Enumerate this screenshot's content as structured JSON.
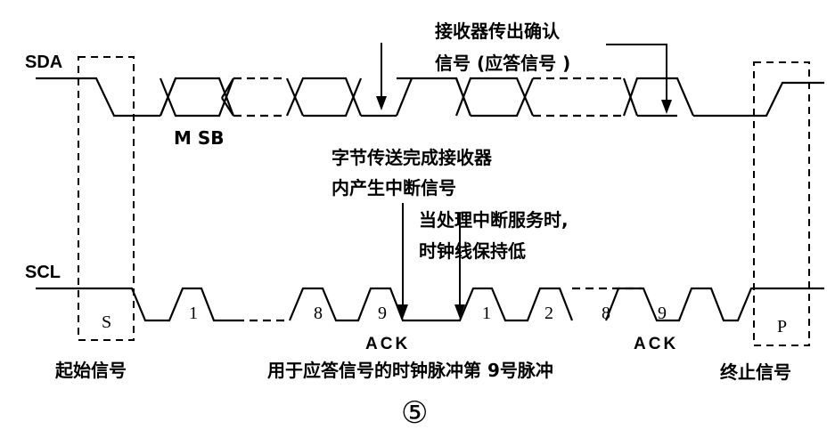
{
  "signals": {
    "sda": "SDA",
    "scl": "SCL"
  },
  "labels": {
    "msb": "M SB",
    "receiver_ack": "接收器传出确认",
    "receiver_ack_2": "信号 (应答信号 )",
    "byte_complete": "字节传送完成接收器",
    "byte_complete_2": "内产生中断信号",
    "interrupt_service": "当处理中断服务时,",
    "interrupt_service_2": "时钟线保持低",
    "ack_1": "ACK",
    "ack_2": "ACK",
    "start_signal": "起始信号",
    "ack_pulse": "用于应答信号的时钟脉冲第 9号脉冲",
    "stop_signal": "终止信号",
    "start_letter": "S",
    "stop_letter": "P",
    "figure_number": "⑤"
  },
  "pulses": [
    "1",
    "8",
    "9",
    "1",
    "2",
    "8",
    "9"
  ]
}
